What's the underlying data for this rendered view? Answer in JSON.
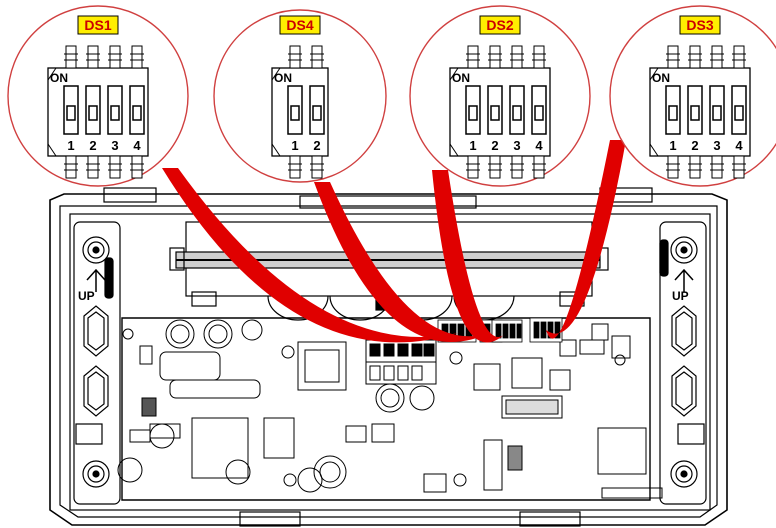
{
  "callouts": [
    {
      "label": "DS1",
      "switches": [
        "1",
        "2",
        "3",
        "4"
      ]
    },
    {
      "label": "DS4",
      "switches": [
        "1",
        "2"
      ]
    },
    {
      "label": "DS2",
      "switches": [
        "1",
        "2",
        "3",
        "4"
      ]
    },
    {
      "label": "DS3",
      "switches": [
        "1",
        "2",
        "3",
        "4"
      ]
    }
  ],
  "on_label": "ON",
  "up_label": "UP",
  "colors": {
    "callout_line": "#e00000",
    "callout_circle": "#d04040",
    "tag_fill": "#ffee00",
    "tag_text": "#cc0000"
  }
}
